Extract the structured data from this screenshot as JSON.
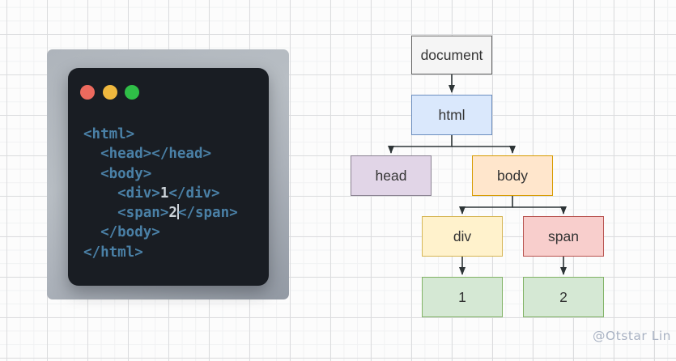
{
  "editor": {
    "window_bg": "#191d23",
    "traffic_lights": [
      {
        "name": "close",
        "color": "#ed6a5e"
      },
      {
        "name": "minimize",
        "color": "#efb83e"
      },
      {
        "name": "maximize",
        "color": "#2fbe47"
      }
    ],
    "colors": {
      "tag": "#4a80a6",
      "value": "#ccd3d9"
    },
    "code": {
      "lines": [
        {
          "pre": "<html>"
        },
        {
          "pre": "  <head></head>"
        },
        {
          "pre": "  <body>"
        },
        {
          "pre": "    <div>",
          "val": "1",
          "post": "</div>"
        },
        {
          "pre": "    <span>",
          "val": "2",
          "post": "</span>"
        },
        {
          "pre": "  </body>"
        },
        {
          "pre": "</html>"
        }
      ]
    }
  },
  "diagram": {
    "arrow_color": "#2d3436",
    "nodes": [
      {
        "id": "document",
        "label": "document",
        "fill": "#f5f5f5",
        "border": "#666666"
      },
      {
        "id": "html",
        "label": "html",
        "fill": "#dae8fc",
        "border": "#6c8ebf"
      },
      {
        "id": "head",
        "label": "head",
        "fill": "#e1d5e7",
        "border": "#8a8292"
      },
      {
        "id": "body",
        "label": "body",
        "fill": "#ffe6cc",
        "border": "#d79b00"
      },
      {
        "id": "div",
        "label": "div",
        "fill": "#fff2cc",
        "border": "#d6b656"
      },
      {
        "id": "span",
        "label": "span",
        "fill": "#f8cecc",
        "border": "#b85450"
      },
      {
        "id": "one",
        "label": "1",
        "fill": "#d5e8d4",
        "border": "#82b366"
      },
      {
        "id": "two",
        "label": "2",
        "fill": "#d5e8d4",
        "border": "#82b366"
      }
    ],
    "edges": [
      {
        "from": "document",
        "to": "html"
      },
      {
        "from": "html",
        "to": "head"
      },
      {
        "from": "html",
        "to": "body"
      },
      {
        "from": "body",
        "to": "div"
      },
      {
        "from": "body",
        "to": "span"
      },
      {
        "from": "div",
        "to": "one"
      },
      {
        "from": "span",
        "to": "two"
      }
    ]
  },
  "watermark": {
    "text": "@Otstar Lin"
  }
}
